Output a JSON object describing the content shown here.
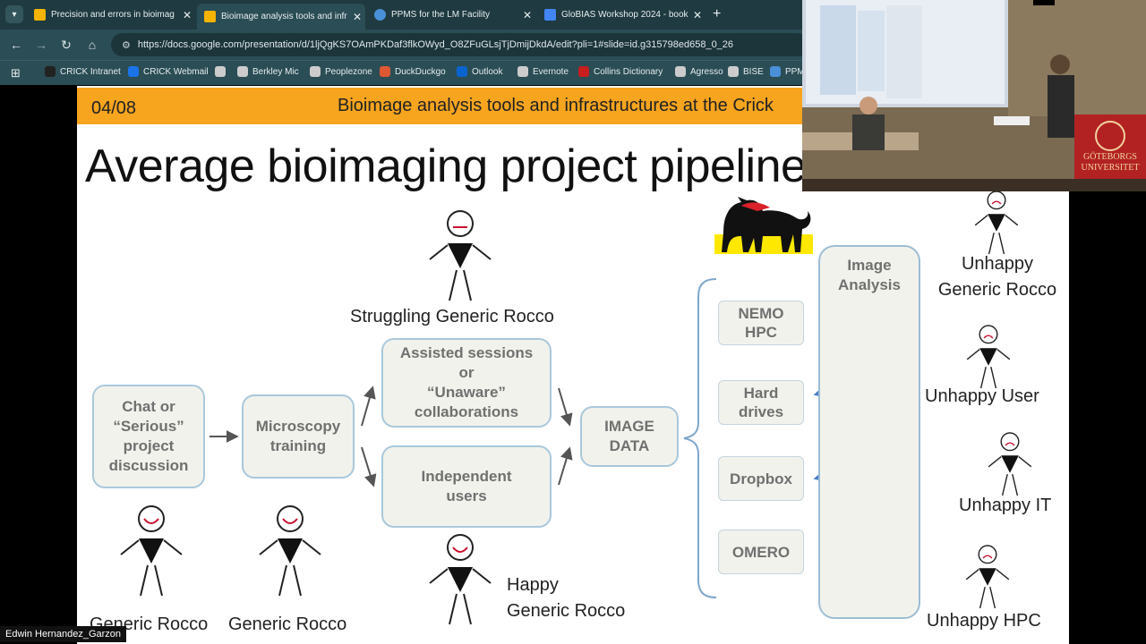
{
  "browser": {
    "tabs": [
      {
        "title": "Precision and errors in bioimag",
        "favicon_color": "#f4b400",
        "active": false
      },
      {
        "title": "Bioimage analysis tools and infr",
        "favicon_color": "#f4b400",
        "active": true
      },
      {
        "title": "PPMS for the LM Facility",
        "favicon_color": "#4a90d9",
        "active": false
      },
      {
        "title": "GloBIAS Workshop 2024 - book",
        "favicon_color": "#4285f4",
        "active": false
      }
    ],
    "tab_close_glyph": "✕",
    "new_tab_glyph": "+",
    "url": "https://docs.google.com/presentation/d/1ljQgKS7OAmPKDaf3flkOWyd_O8ZFuGLsjTjDmijDkdA/edit?pli=1#slide=id.g315798ed658_0_26",
    "bookmarks": [
      {
        "label": "CRICK Intranet",
        "color": "#222222"
      },
      {
        "label": "CRICK Webmail",
        "color": "#1a73e8"
      },
      {
        "label": "",
        "color": "#cccccc"
      },
      {
        "label": "Berkley Mic",
        "color": "#cccccc"
      },
      {
        "label": "Peoplezone",
        "color": "#cccccc"
      },
      {
        "label": "DuckDuckgo",
        "color": "#de5833"
      },
      {
        "label": "Outlook",
        "color": "#0a64d0"
      },
      {
        "label": "Evernote",
        "color": "#cccccc"
      },
      {
        "label": "Collins Dictionary",
        "color": "#c81e1e"
      },
      {
        "label": "Agresso",
        "color": "#cccccc"
      },
      {
        "label": "BISE",
        "color": "#cccccc"
      },
      {
        "label": "PPM",
        "color": "#4a90d9"
      }
    ]
  },
  "slide": {
    "number": "04/08",
    "header": "Bioimage analysis tools and infrastructures at the Crick",
    "title": "Average bioimaging project pipeline",
    "boxes": {
      "chat": "Chat or\n“Serious”\nproject\ndiscussion",
      "microscopy": "Microscopy\ntraining",
      "assisted": "Assisted sessions\nor\n“Unaware”\ncollaborations",
      "independent": "Independent\nusers",
      "image_data": "IMAGE\nDATA",
      "nemo": "NEMO\nHPC",
      "hard_drives": "Hard\ndrives",
      "dropbox": "Dropbox",
      "omero": "OMERO",
      "image_analysis": "Image\nAnalysis"
    },
    "labels": {
      "struggling": "Struggling Generic Rocco",
      "generic1": "Generic Rocco",
      "generic2": "Generic Rocco",
      "happy": "Happy\nGeneric Rocco",
      "unhappy_rocco": "Unhappy\nGeneric Rocco",
      "unhappy_user": "Unhappy User",
      "unhappy_it": "Unhappy IT",
      "unhappy_hpc": "Unhappy HPC"
    },
    "colors": {
      "header_bar": "#f7a41f",
      "arrow_blue": "#4a7fc4",
      "box_border": "#a9c8dc"
    }
  },
  "participant": {
    "name": "Edwin Hernandez_Garzon"
  },
  "camera": {
    "banner_text": "GÖTEBORGS\nUNIVERSITET"
  }
}
